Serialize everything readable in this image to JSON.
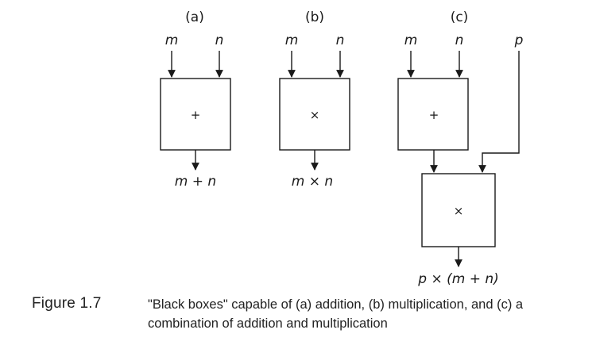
{
  "panels": [
    {
      "label": "(a)",
      "input_left": "m",
      "input_right": "n",
      "operator": "+",
      "output": "m + n"
    },
    {
      "label": "(b)",
      "input_left": "m",
      "input_right": "n",
      "operator": "×",
      "output": "m × n"
    },
    {
      "label": "(c)",
      "input_left": "m",
      "input_right": "n",
      "input_extra": "p",
      "operator_top": "+",
      "operator_bottom": "×",
      "output": "p × (m + n)"
    }
  ],
  "caption": {
    "number": "Figure 1.7",
    "text": "\"Black boxes\" capable of (a) addition, (b) multiplication, and (c) a combination of addition and multiplication"
  }
}
